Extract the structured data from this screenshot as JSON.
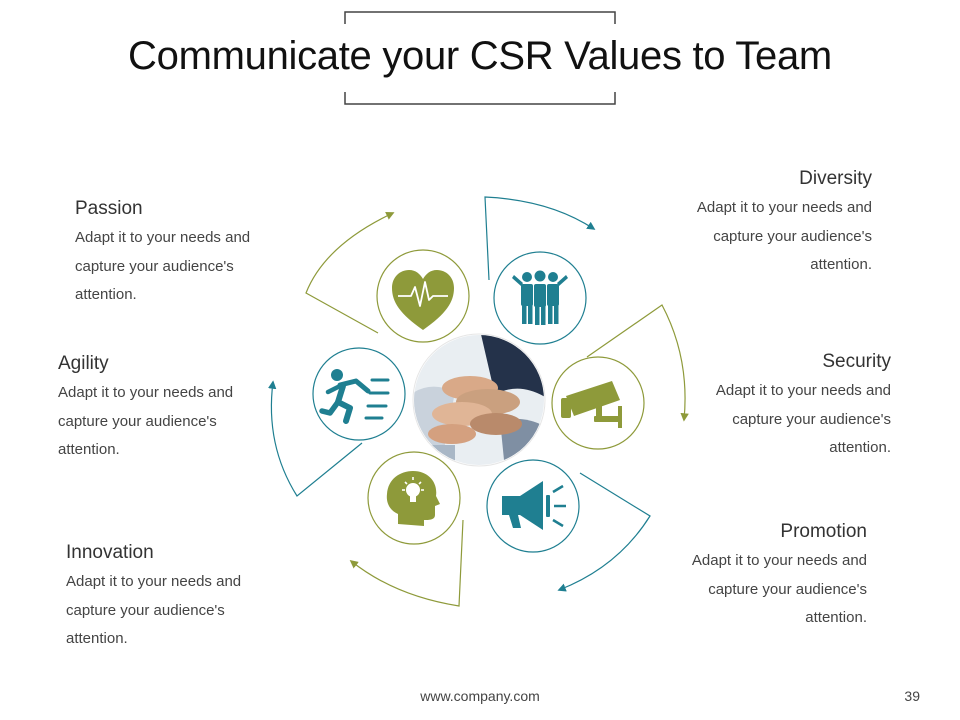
{
  "slide": {
    "title": "Communicate your CSR Values to Team",
    "footer_url": "www.company.com",
    "page_number": "39"
  },
  "colors": {
    "olive": "#8e9a3a",
    "teal": "#1f7f91",
    "frame": "#444444"
  },
  "center_image": {
    "icon": "team-hands-photo"
  },
  "items": [
    {
      "key": "passion",
      "label": "Passion",
      "text": "Adapt it to your needs and capture your audience's attention.",
      "icon": "heart-pulse-icon",
      "color": "olive"
    },
    {
      "key": "diversity",
      "label": "Diversity",
      "text": "Adapt it to your needs and capture your audience's attention.",
      "icon": "group-people-icon",
      "color": "teal"
    },
    {
      "key": "security",
      "label": "Security",
      "text": "Adapt it to your needs and capture your audience's attention.",
      "icon": "security-camera-icon",
      "color": "olive"
    },
    {
      "key": "promotion",
      "label": "Promotion",
      "text": "Adapt it to your needs and capture your audience's attention.",
      "icon": "megaphone-icon",
      "color": "teal"
    },
    {
      "key": "innovation",
      "label": "Innovation",
      "text": "Adapt it to your needs and capture your audience's attention.",
      "icon": "idea-head-icon",
      "color": "olive"
    },
    {
      "key": "agility",
      "label": "Agility",
      "text": "Adapt it to your needs and capture your audience's attention.",
      "icon": "running-person-icon",
      "color": "teal"
    }
  ]
}
